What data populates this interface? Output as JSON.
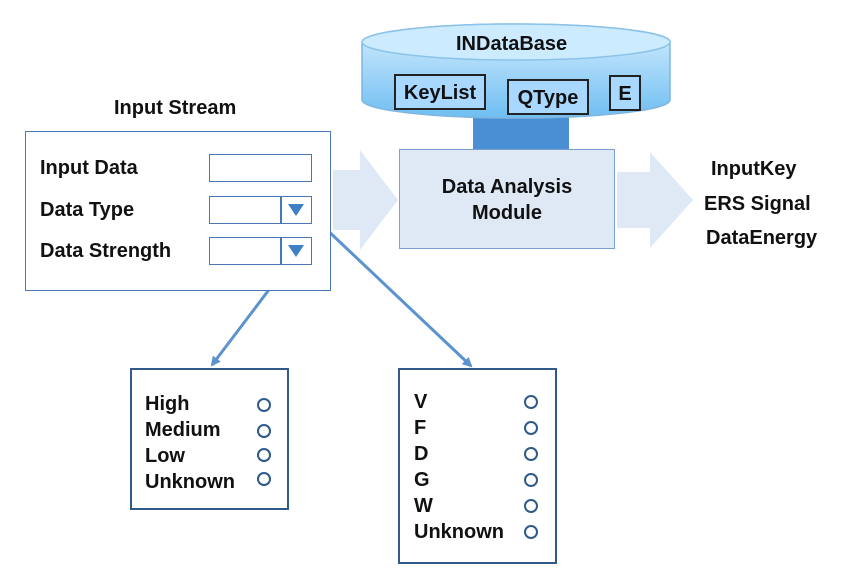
{
  "database": {
    "title": "INDataBase",
    "keys": [
      "KeyList",
      "QType",
      "E"
    ]
  },
  "input_stream": {
    "title": "Input Stream",
    "fields": [
      {
        "label": "Input Data"
      },
      {
        "label": "Data Type"
      },
      {
        "label": "Data Strength"
      }
    ]
  },
  "module": {
    "line1": "Data Analysis",
    "line2": "Module"
  },
  "outputs": [
    "InputKey",
    "ERS Signal",
    "DataEnergy"
  ],
  "strength_options": [
    "High",
    "Medium",
    "Low",
    "Unknown"
  ],
  "type_options": [
    "V",
    "F",
    "D",
    "G",
    "W",
    "Unknown"
  ],
  "colors": {
    "accent": "#4a78b5",
    "db_fill": "#a8d8ff",
    "arrow_fill": "#dfe9f5",
    "connector": "#5b93cf"
  }
}
